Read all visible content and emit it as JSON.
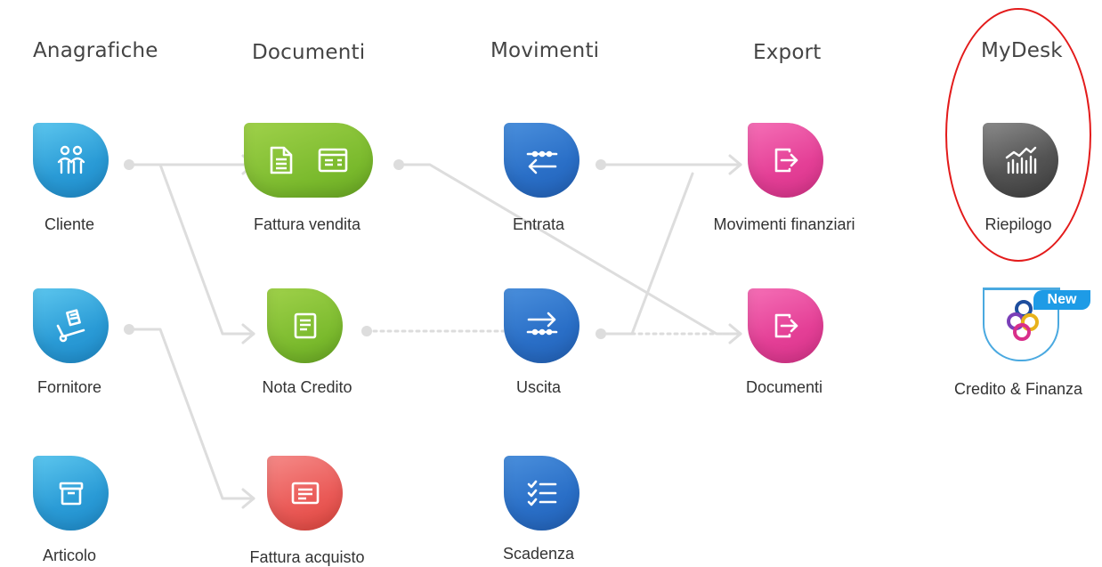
{
  "columns": {
    "anagrafiche": "Anagrafiche",
    "documenti": "Documenti",
    "movimenti": "Movimenti",
    "export": "Export",
    "mydesk": "MyDesk"
  },
  "tiles": {
    "cliente": "Cliente",
    "fornitore": "Fornitore",
    "articolo": "Articolo",
    "fattura_vendita": "Fattura vendita",
    "nota_credito": "Nota Credito",
    "fattura_acquisto": "Fattura acquisto",
    "entrata": "Entrata",
    "uscita": "Uscita",
    "scadenza": "Scadenza",
    "movimenti_finanziari": "Movimenti finanziari",
    "documenti": "Documenti",
    "riepilogo": "Riepilogo",
    "credito_finanza": "Credito & Finanza"
  },
  "badges": {
    "new": "New"
  },
  "colors": {
    "anagrafiche": "#2a9bd6",
    "documenti_green": "#79b92c",
    "documenti_red": "#ea5a57",
    "movimenti": "#2a6fc7",
    "export": "#e43f96",
    "mydesk": "#545454",
    "connector": "#dddddd",
    "highlight": "#e31b1b"
  }
}
